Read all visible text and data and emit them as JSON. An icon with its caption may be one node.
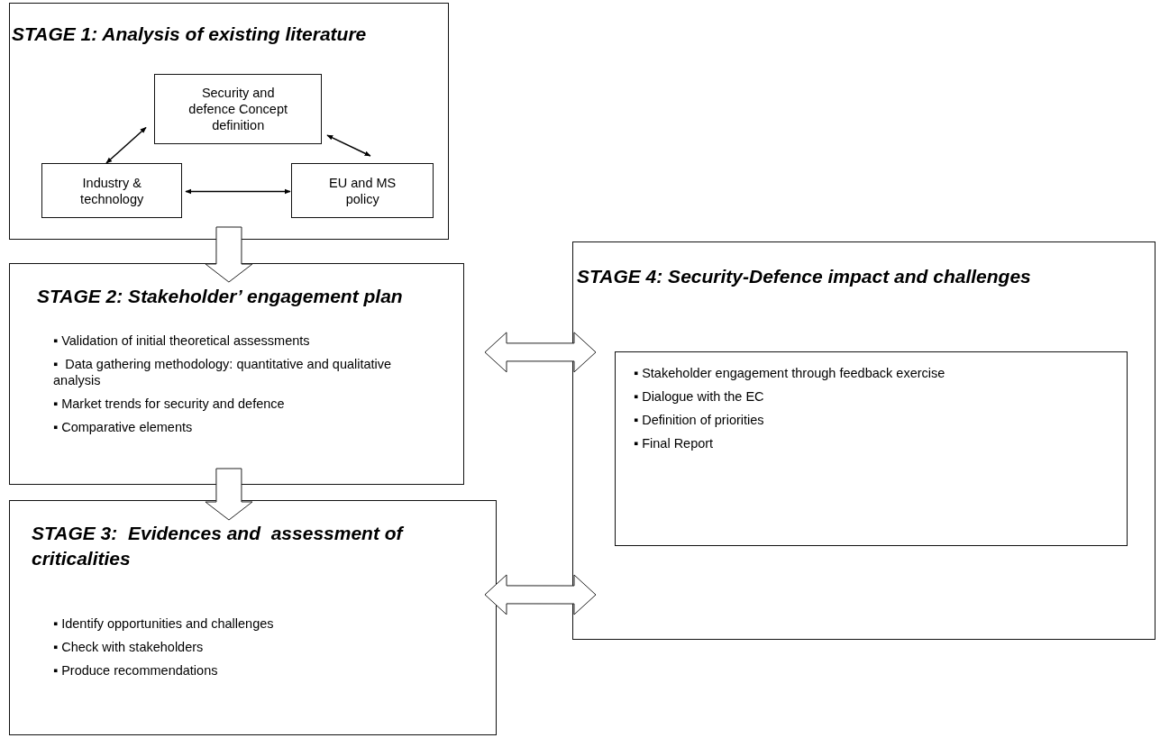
{
  "diagram": {
    "nodes": [
      {
        "text": [
          "STAGE 1: Analysis of existing literature"
        ]
      },
      {
        "text": [
          "Security and defence Concept definition"
        ],
        "in": 0
      },
      {
        "text": [
          "Industry & technology"
        ],
        "in": 0
      },
      {
        "text": [
          "EU and MS policy"
        ],
        "in": 0
      },
      {
        "text": [
          "STAGE 2: Stakeholder’ engagement plan",
          "▪ Validation of initial theoretical assessments",
          "▪  Data gathering methodology: quantitative and qualitative analysis",
          "▪ Market trends for security and defence",
          "▪ Comparative elements"
        ]
      },
      {
        "text": [
          "STAGE 3:  Evidences and  assessment of criticalities",
          "▪ Identify opportunities and challenges",
          "▪ Check with stakeholders",
          "▪ Produce recommendations"
        ]
      },
      {
        "text": [
          "STAGE 4: Security-Defence impact and challenges"
        ]
      },
      {
        "text": [
          "▪ Stakeholder engagement through feedback exercise",
          "▪ Dialogue with the EC",
          "▪ Definition of priorities",
          "▪ Final Report"
        ],
        "in": 6
      }
    ],
    "edges": [
      {
        "from": 1,
        "to": 2,
        "arrow": "both"
      },
      {
        "from": 1,
        "to": 3,
        "arrow": "both"
      },
      {
        "from": 2,
        "to": 3,
        "arrow": "both"
      },
      {
        "from": 0,
        "to": 4,
        "arrow": "to"
      },
      {
        "from": 4,
        "to": 5,
        "arrow": "to"
      },
      {
        "from": 4,
        "to": 6,
        "arrow": "both"
      },
      {
        "from": 5,
        "to": 6,
        "arrow": "both"
      }
    ]
  }
}
